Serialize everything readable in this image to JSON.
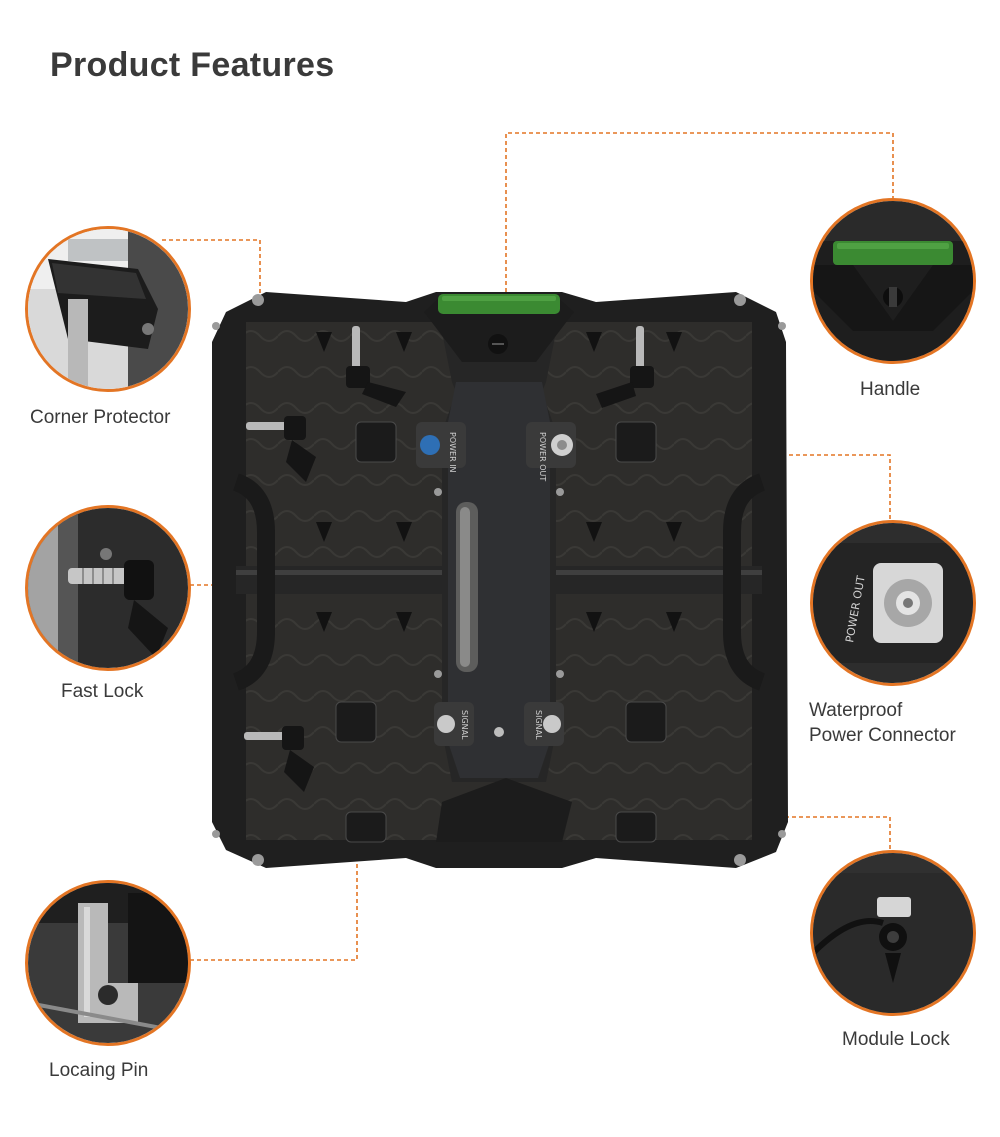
{
  "title": "Product Features",
  "features": {
    "corner_protector": "Corner Protector",
    "fast_lock": "Fast Lock",
    "locating_pin": "Locaing Pin",
    "handle": "Handle",
    "power_connector_line1": "Waterproof",
    "power_connector_line2": "Power Connector",
    "module_lock": "Module Lock"
  },
  "panel_text": {
    "power_in": "POWER IN",
    "power_out": "POWER OUT",
    "signal": "SIGNAL"
  },
  "colors": {
    "accent": "#e37524",
    "handle_green": "#3b8a32",
    "panel": "#2b2b2b",
    "text": "#3a3a3a"
  }
}
